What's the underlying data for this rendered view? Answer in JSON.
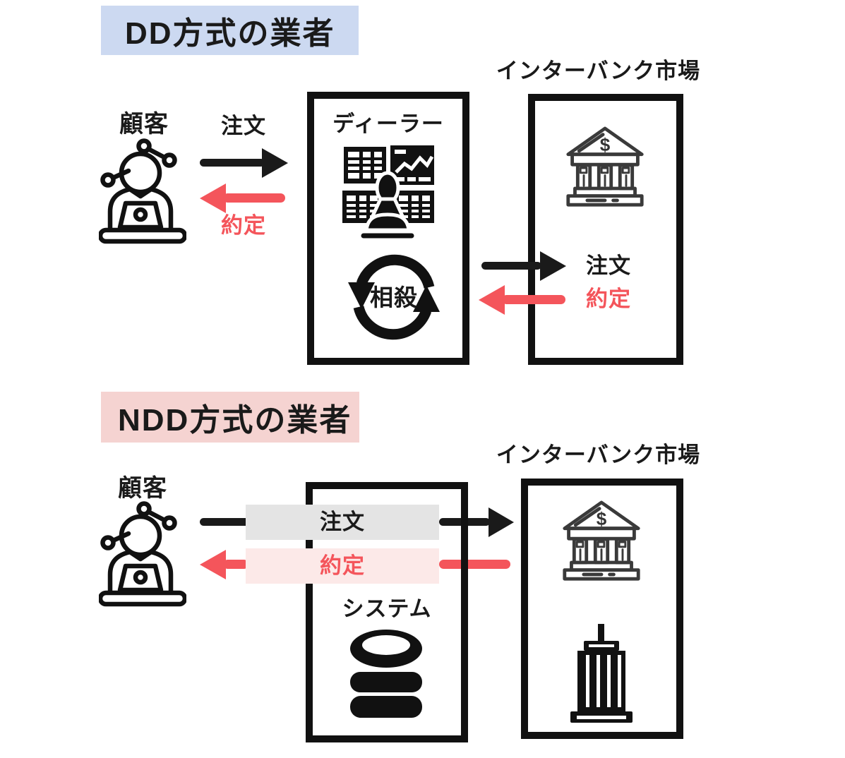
{
  "palette": {
    "black": "#1a1a1a",
    "red": "#f4555b",
    "dd_title_bg": "#ccd9f1",
    "ndd_title_bg": "#f5d3d1",
    "order_band_bg": "#e4e4e4",
    "execution_band_bg": "#fce9e8"
  },
  "dd": {
    "title": "DD方式の業者",
    "customer": "顧客",
    "order": "注文",
    "execution": "約定",
    "dealer": "ディーラー",
    "offset": "相殺",
    "interbank_title": "インターバンク市場",
    "ib_order": "注文",
    "ib_execution": "約定"
  },
  "ndd": {
    "title": "NDD方式の業者",
    "customer": "顧客",
    "order": "注文",
    "execution": "約定",
    "system": "システム",
    "interbank_title": "インターバンク市場"
  },
  "icons": {
    "dollar": "$"
  }
}
